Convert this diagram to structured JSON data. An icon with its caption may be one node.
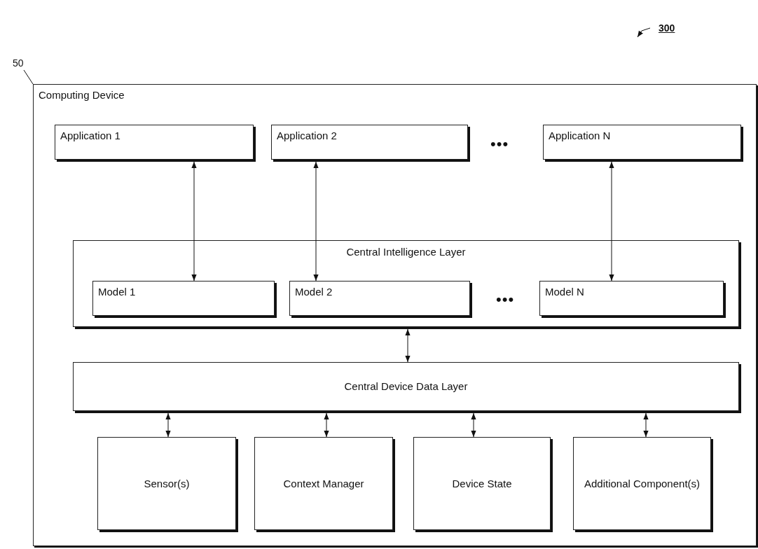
{
  "diagram": {
    "nodes": [
      {
        "text": [
          "300"
        ]
      },
      {
        "text": [
          "50"
        ]
      },
      {
        "text": [
          "Computing Device"
        ]
      },
      {
        "text": [
          "Application 1"
        ],
        "in": 2
      },
      {
        "text": [
          "Application 2"
        ],
        "in": 2
      },
      {
        "text": [
          "Application N"
        ],
        "in": 2
      },
      {
        "text": [
          "Central Intelligence Layer"
        ],
        "in": 2
      },
      {
        "text": [
          "Model 1"
        ],
        "in": 6
      },
      {
        "text": [
          "Model 2"
        ],
        "in": 6
      },
      {
        "text": [
          "Model N"
        ],
        "in": 6
      },
      {
        "text": [
          "Central Device Data Layer"
        ],
        "in": 2
      },
      {
        "text": [
          "Sensor(s)"
        ],
        "in": 2
      },
      {
        "text": [
          "Context Manager"
        ],
        "in": 2
      },
      {
        "text": [
          "Device State"
        ],
        "in": 2
      },
      {
        "text": [
          "Additional Component(s)"
        ],
        "in": 2
      }
    ],
    "edges": [
      {
        "from": 0,
        "to": null,
        "arrow": "to"
      },
      {
        "from": 1,
        "to": 2,
        "arrow": "none"
      },
      {
        "from": 3,
        "to": 7,
        "arrow": "both"
      },
      {
        "from": 4,
        "to": 8,
        "arrow": "both"
      },
      {
        "from": 5,
        "to": 9,
        "arrow": "both"
      },
      {
        "from": 6,
        "to": 10,
        "arrow": "both"
      },
      {
        "from": 10,
        "to": 11,
        "arrow": "both"
      },
      {
        "from": 10,
        "to": 12,
        "arrow": "both"
      },
      {
        "from": 10,
        "to": 13,
        "arrow": "both"
      },
      {
        "from": 10,
        "to": 14,
        "arrow": "both"
      }
    ],
    "labels": [
      "•••",
      "•••"
    ]
  }
}
